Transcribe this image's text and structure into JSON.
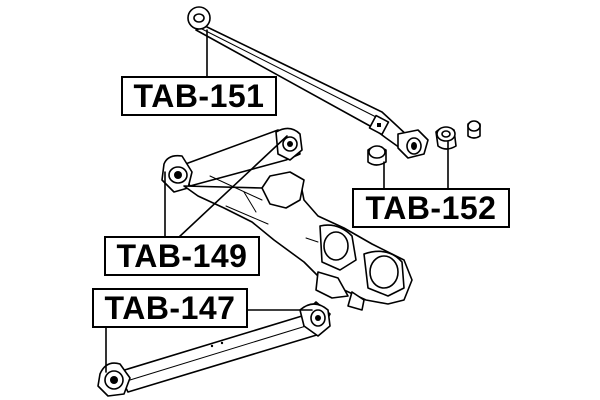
{
  "labels": {
    "tab151": "TAB-151",
    "tab152": "TAB-152",
    "tab149": "TAB-149",
    "tab147": "TAB-147"
  },
  "colors": {
    "line": "#000000",
    "background": "#ffffff"
  }
}
